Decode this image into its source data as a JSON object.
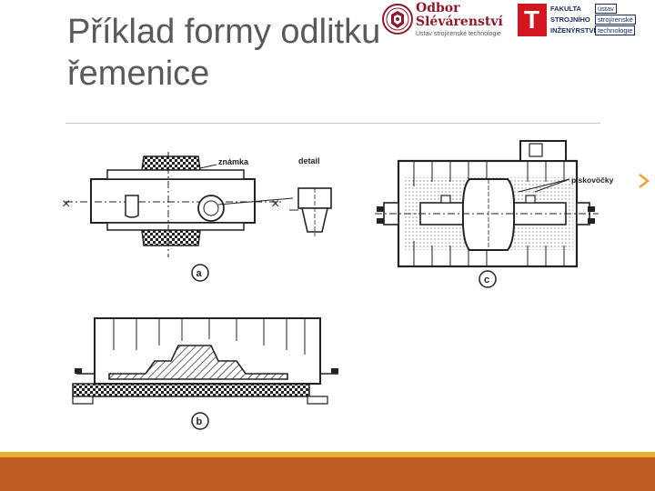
{
  "slide": {
    "title_line1": "Příklad formy odlitku",
    "title_line2": "řemenice"
  },
  "logo_odbor": {
    "line1": "Odbor",
    "line2": "Slévárenství",
    "line3": "Ústav strojírenské technologie",
    "color": "#8b1a2b"
  },
  "logo_fakulta": {
    "letter": "T",
    "col1": [
      "FAKULTA",
      "STROJNÍHO",
      "INŽENÝRSTVÍ"
    ],
    "col2": [
      "ústav",
      "strojírenské",
      "technologie"
    ],
    "accent_color": "#d1171f",
    "text_color": "#1a2a5e"
  },
  "figure": {
    "label_a": "a",
    "label_b": "b",
    "label_c": "c",
    "label_znamka": "známka",
    "label_detail": "detail",
    "label_piskovcky": "pískovöčky",
    "axis_marker": "×"
  },
  "theme": {
    "bar_yellow": "#e8b030",
    "bar_orange": "#bf5a23",
    "text_gray": "#595959",
    "chevron_color": "#f0a030"
  }
}
